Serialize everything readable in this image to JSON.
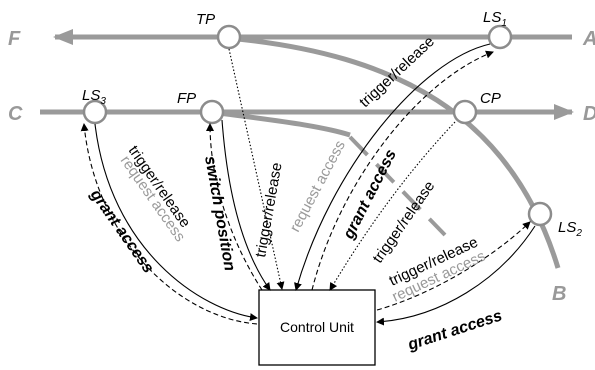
{
  "track_ends": {
    "F": "F",
    "A": "A",
    "C": "C",
    "D": "D",
    "B": "B"
  },
  "nodes": {
    "TP": "TP",
    "LS1_base": "LS",
    "LS1_sub": "1",
    "LS3_base": "LS",
    "LS3_sub": "3",
    "FP": "FP",
    "CP": "CP",
    "LS2_base": "LS",
    "LS2_sub": "2"
  },
  "control_unit": "Control Unit",
  "messages": {
    "trigger_release": "trigger/release",
    "request_access": "request access",
    "grant_access": "grant access",
    "switch_position": "switch position"
  },
  "colors": {
    "track": "#9a9a9a",
    "node_stroke": "#8c8c8c",
    "muted_text": "#9a9a9a"
  }
}
